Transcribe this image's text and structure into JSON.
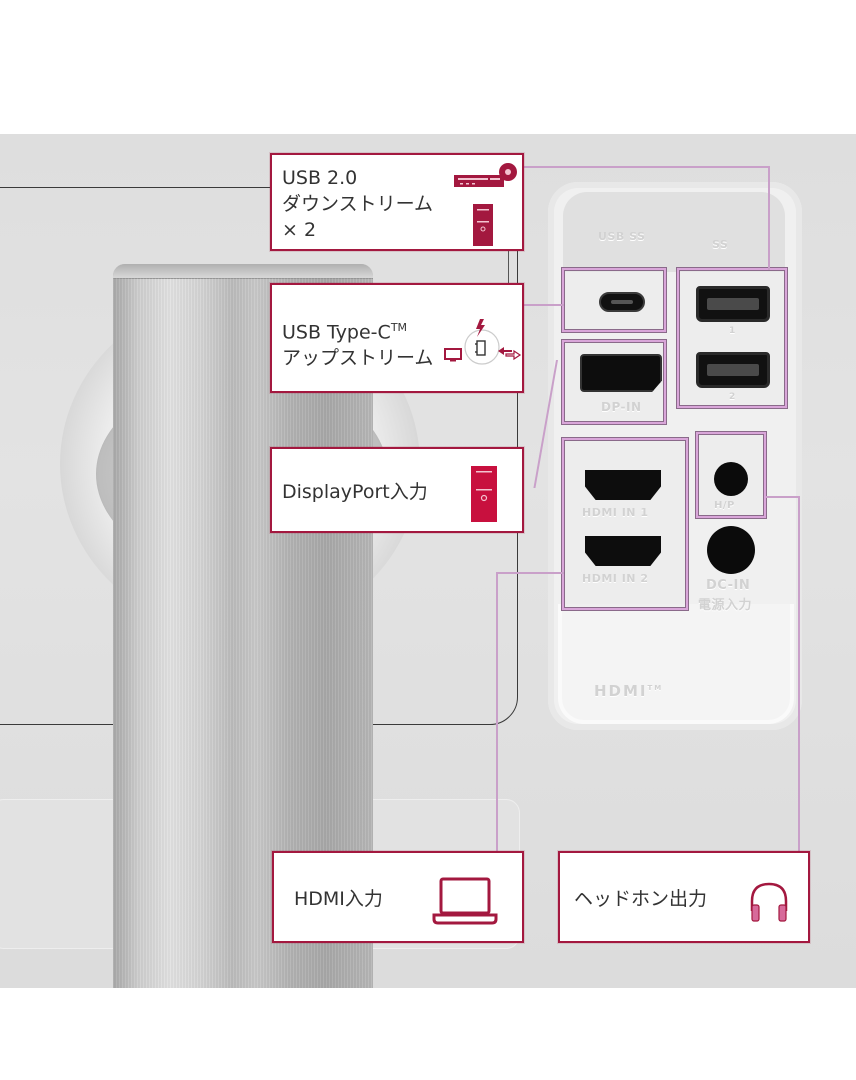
{
  "figure": {
    "subject": "Monitor rear I/O ports diagram",
    "accent_color": "#a3183f",
    "highlight_color": "#d9a6d9"
  },
  "callouts": {
    "usb_downstream": {
      "line1": "USB 2.0",
      "line2": "ダウンストリーム",
      "line3": "× 2",
      "icons": [
        "media-player-icon",
        "pc-tower-icon"
      ]
    },
    "usb_type_c": {
      "line1": "USB Type-C",
      "tm": "TM",
      "line2": "アップストリーム",
      "icons": [
        "monitor-icon",
        "power-bolt-icon",
        "usb-plug-icon",
        "data-transfer-icon"
      ]
    },
    "displayport": {
      "label": "DisplayPort入力",
      "icons": [
        "pc-tower-icon"
      ]
    },
    "hdmi": {
      "label": "HDMI入力",
      "icons": [
        "laptop-icon"
      ]
    },
    "headphone": {
      "label": "ヘッドホン出力",
      "icons": [
        "headphones-icon"
      ]
    }
  },
  "panel_labels": {
    "usbc_label": "USB SS",
    "usba_label": "SS",
    "dp_label": "DP-IN",
    "hdmi1_label": "HDMI IN 1",
    "hdmi2_label": "HDMI IN 2",
    "hp_label": "H/P",
    "dc_label": "DC-IN",
    "dc_label_jp": "電源入力",
    "hdmi_logo": "HDMI",
    "hdmi_logo_tm": "TM",
    "usb_port_1": "1",
    "usb_port_2": "2"
  }
}
